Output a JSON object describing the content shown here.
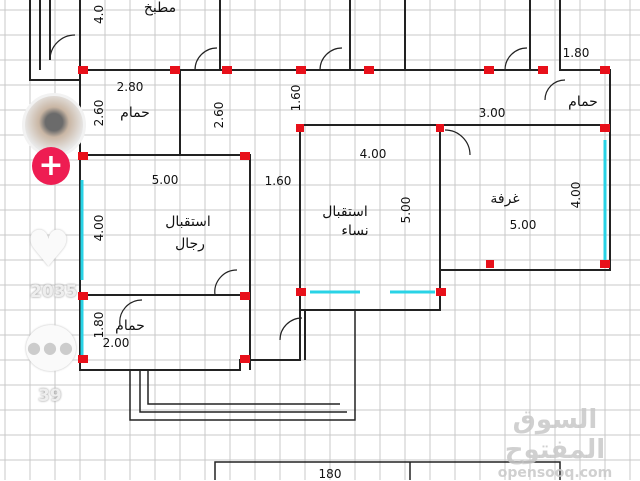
{
  "rooms": {
    "kitchen": "مطبخ",
    "bath1": "حمام",
    "bath2": "حمام",
    "bath3": "حمام",
    "men_reception": [
      "استقبال",
      "رجال"
    ],
    "women_reception": [
      "استقبال",
      "نساء"
    ],
    "room": "غرفة"
  },
  "dimensions": {
    "top_left": "4.0",
    "bath1_w": "2.80",
    "bath1_h": "2.60",
    "hall_h1": "2.60",
    "hall_h2": "1.60",
    "hall_h3": "1.60",
    "men_w": "5.00",
    "men_h": "4.00",
    "women_w": "4.00",
    "women_h": "5.00",
    "room_w": "5.00",
    "room_h": "4.00",
    "bath3_w": "3.00",
    "bath3_top": "1.80",
    "bath2_w": "2.00",
    "bath2_h": "1.80"
  },
  "table": {
    "cell": "180"
  },
  "social": {
    "likes": "2035",
    "comments": "39",
    "follow_icon": "plus-icon",
    "like_icon": "heart-icon",
    "comment_icon": "comment-icon",
    "accent": "#ee1d52"
  },
  "watermark": {
    "arabic": "السوق المفتوح",
    "latin": "opensooq.com"
  }
}
